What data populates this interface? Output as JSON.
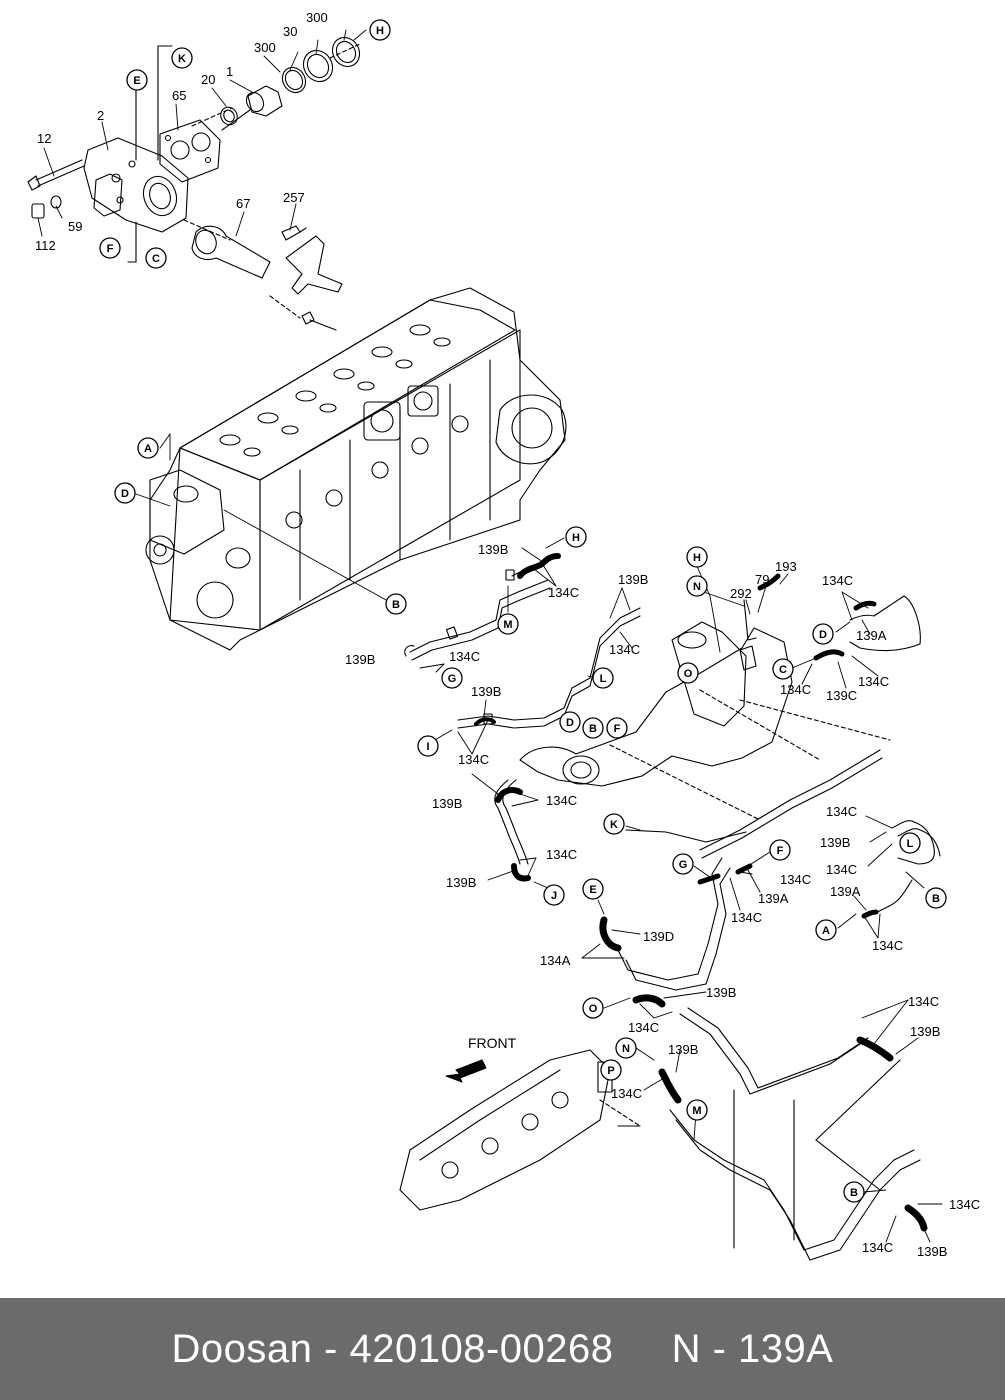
{
  "footer": {
    "brand": "Doosan",
    "separator_1": " - ",
    "part_number": "420108-00268",
    "gap": "     ",
    "ref_letter": "N",
    "separator_2": " - ",
    "part_ref": "139A"
  },
  "front_label": "FRONT",
  "part_labels": {
    "p300a": "300",
    "p30": "30",
    "p300b": "300",
    "p20": "20",
    "p1": "1",
    "p65": "65",
    "p2": "2",
    "p12": "12",
    "p59": "59",
    "p112": "112",
    "p67": "67",
    "p257": "257",
    "p139b_h": "139B",
    "p134c_h": "134C",
    "p139b_g": "139B",
    "p134c_g": "134C",
    "p139b_i": "139B",
    "p134c_i": "134C",
    "p139b_top": "139B",
    "p134c_top": "134C",
    "p292": "292",
    "p79": "79",
    "p193": "193",
    "p134c_d": "134C",
    "p139a_d": "139A",
    "p134c_c": "134C",
    "p139c": "139C",
    "p134c_c2": "134C",
    "p139b_mid": "139B",
    "p134c_mid": "134C",
    "p139b_j": "139B",
    "p134c_j": "134C",
    "p134c_l1": "134C",
    "p139b_l": "139B",
    "p134c_l2": "134C",
    "p139a_a": "139A",
    "p134c_a": "134C",
    "p134c_f": "134C",
    "p139a_f": "139A",
    "p134c_f2": "134C",
    "p139d": "139D",
    "p134a": "134A",
    "p139b_o": "139B",
    "p134c_o": "134C",
    "p139b_n": "139B",
    "p134c_n": "134C",
    "p134c_r1": "134C",
    "p139b_r": "139B",
    "p134c_b": "134C",
    "p134c_b2": "134C",
    "p139b_b": "139B"
  },
  "callouts": {
    "k": "K",
    "e": "E",
    "h_top": "H",
    "f_top": "F",
    "c_top": "C",
    "a_engine": "A",
    "d_engine": "D",
    "b_engine": "B",
    "h_pipe": "H",
    "m_pipe": "M",
    "g_pipe": "G",
    "l_pipe": "L",
    "i_pipe": "I",
    "h_thermo": "H",
    "n_thermo": "N",
    "o_thermo": "O",
    "d_thermo": "D",
    "b_thermo": "B",
    "f_thermo": "F",
    "d_right": "D",
    "c_right": "C",
    "k_mid": "K",
    "g_mid": "G",
    "f_mid": "F",
    "j_mid": "J",
    "e_mid": "E",
    "l_right": "L",
    "b_right": "B",
    "a_right": "A",
    "o_low": "O",
    "n_low": "N",
    "p_low": "P",
    "m_low": "M",
    "b_low": "B"
  }
}
